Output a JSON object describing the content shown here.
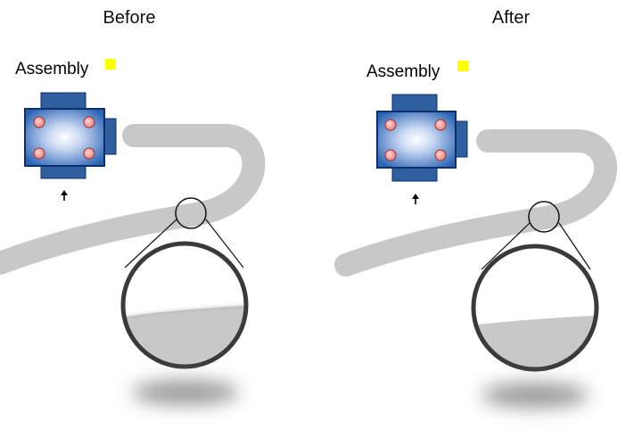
{
  "panels": [
    {
      "title": "Before",
      "assembly_label": "Assembly"
    },
    {
      "title": "After",
      "assembly_label": "Assembly"
    }
  ],
  "colors": {
    "track": "#c8c8c8",
    "assembly_body": "#2b64b4",
    "assembly_border": "#0b2e6e",
    "assembly_side": "#2f5f9f",
    "bolt": "#e8827e",
    "indicator": "#ffff00",
    "magnifier_ring": "#3a3a3a",
    "shadow": "#9a9a9a"
  },
  "icons": {
    "direction": "up-arrow-icon"
  }
}
